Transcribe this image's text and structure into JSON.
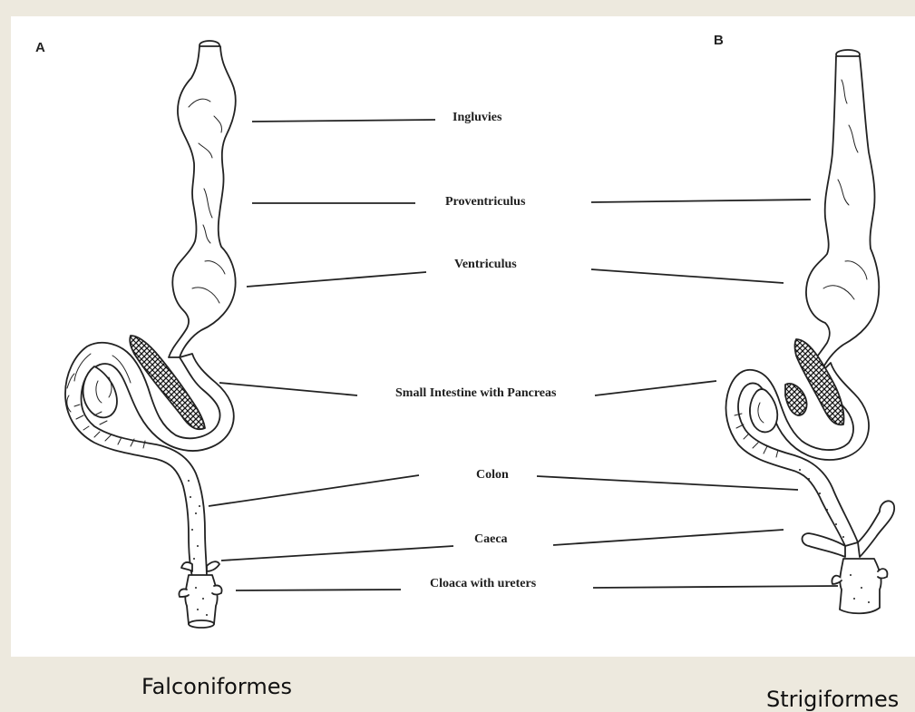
{
  "panels": {
    "a": {
      "letter": "A"
    },
    "b": {
      "letter": "B"
    }
  },
  "labels": {
    "ingluvies": "Ingluvies",
    "proventriculus": "Proventriculus",
    "ventriculus": "Ventriculus",
    "small_intestine": "Small Intestine with Pancreas",
    "colon": "Colon",
    "caeca": "Caeca",
    "cloaca": "Cloaca with ureters"
  },
  "captions": {
    "left": "Falconiformes",
    "right": "Strigiformes"
  }
}
